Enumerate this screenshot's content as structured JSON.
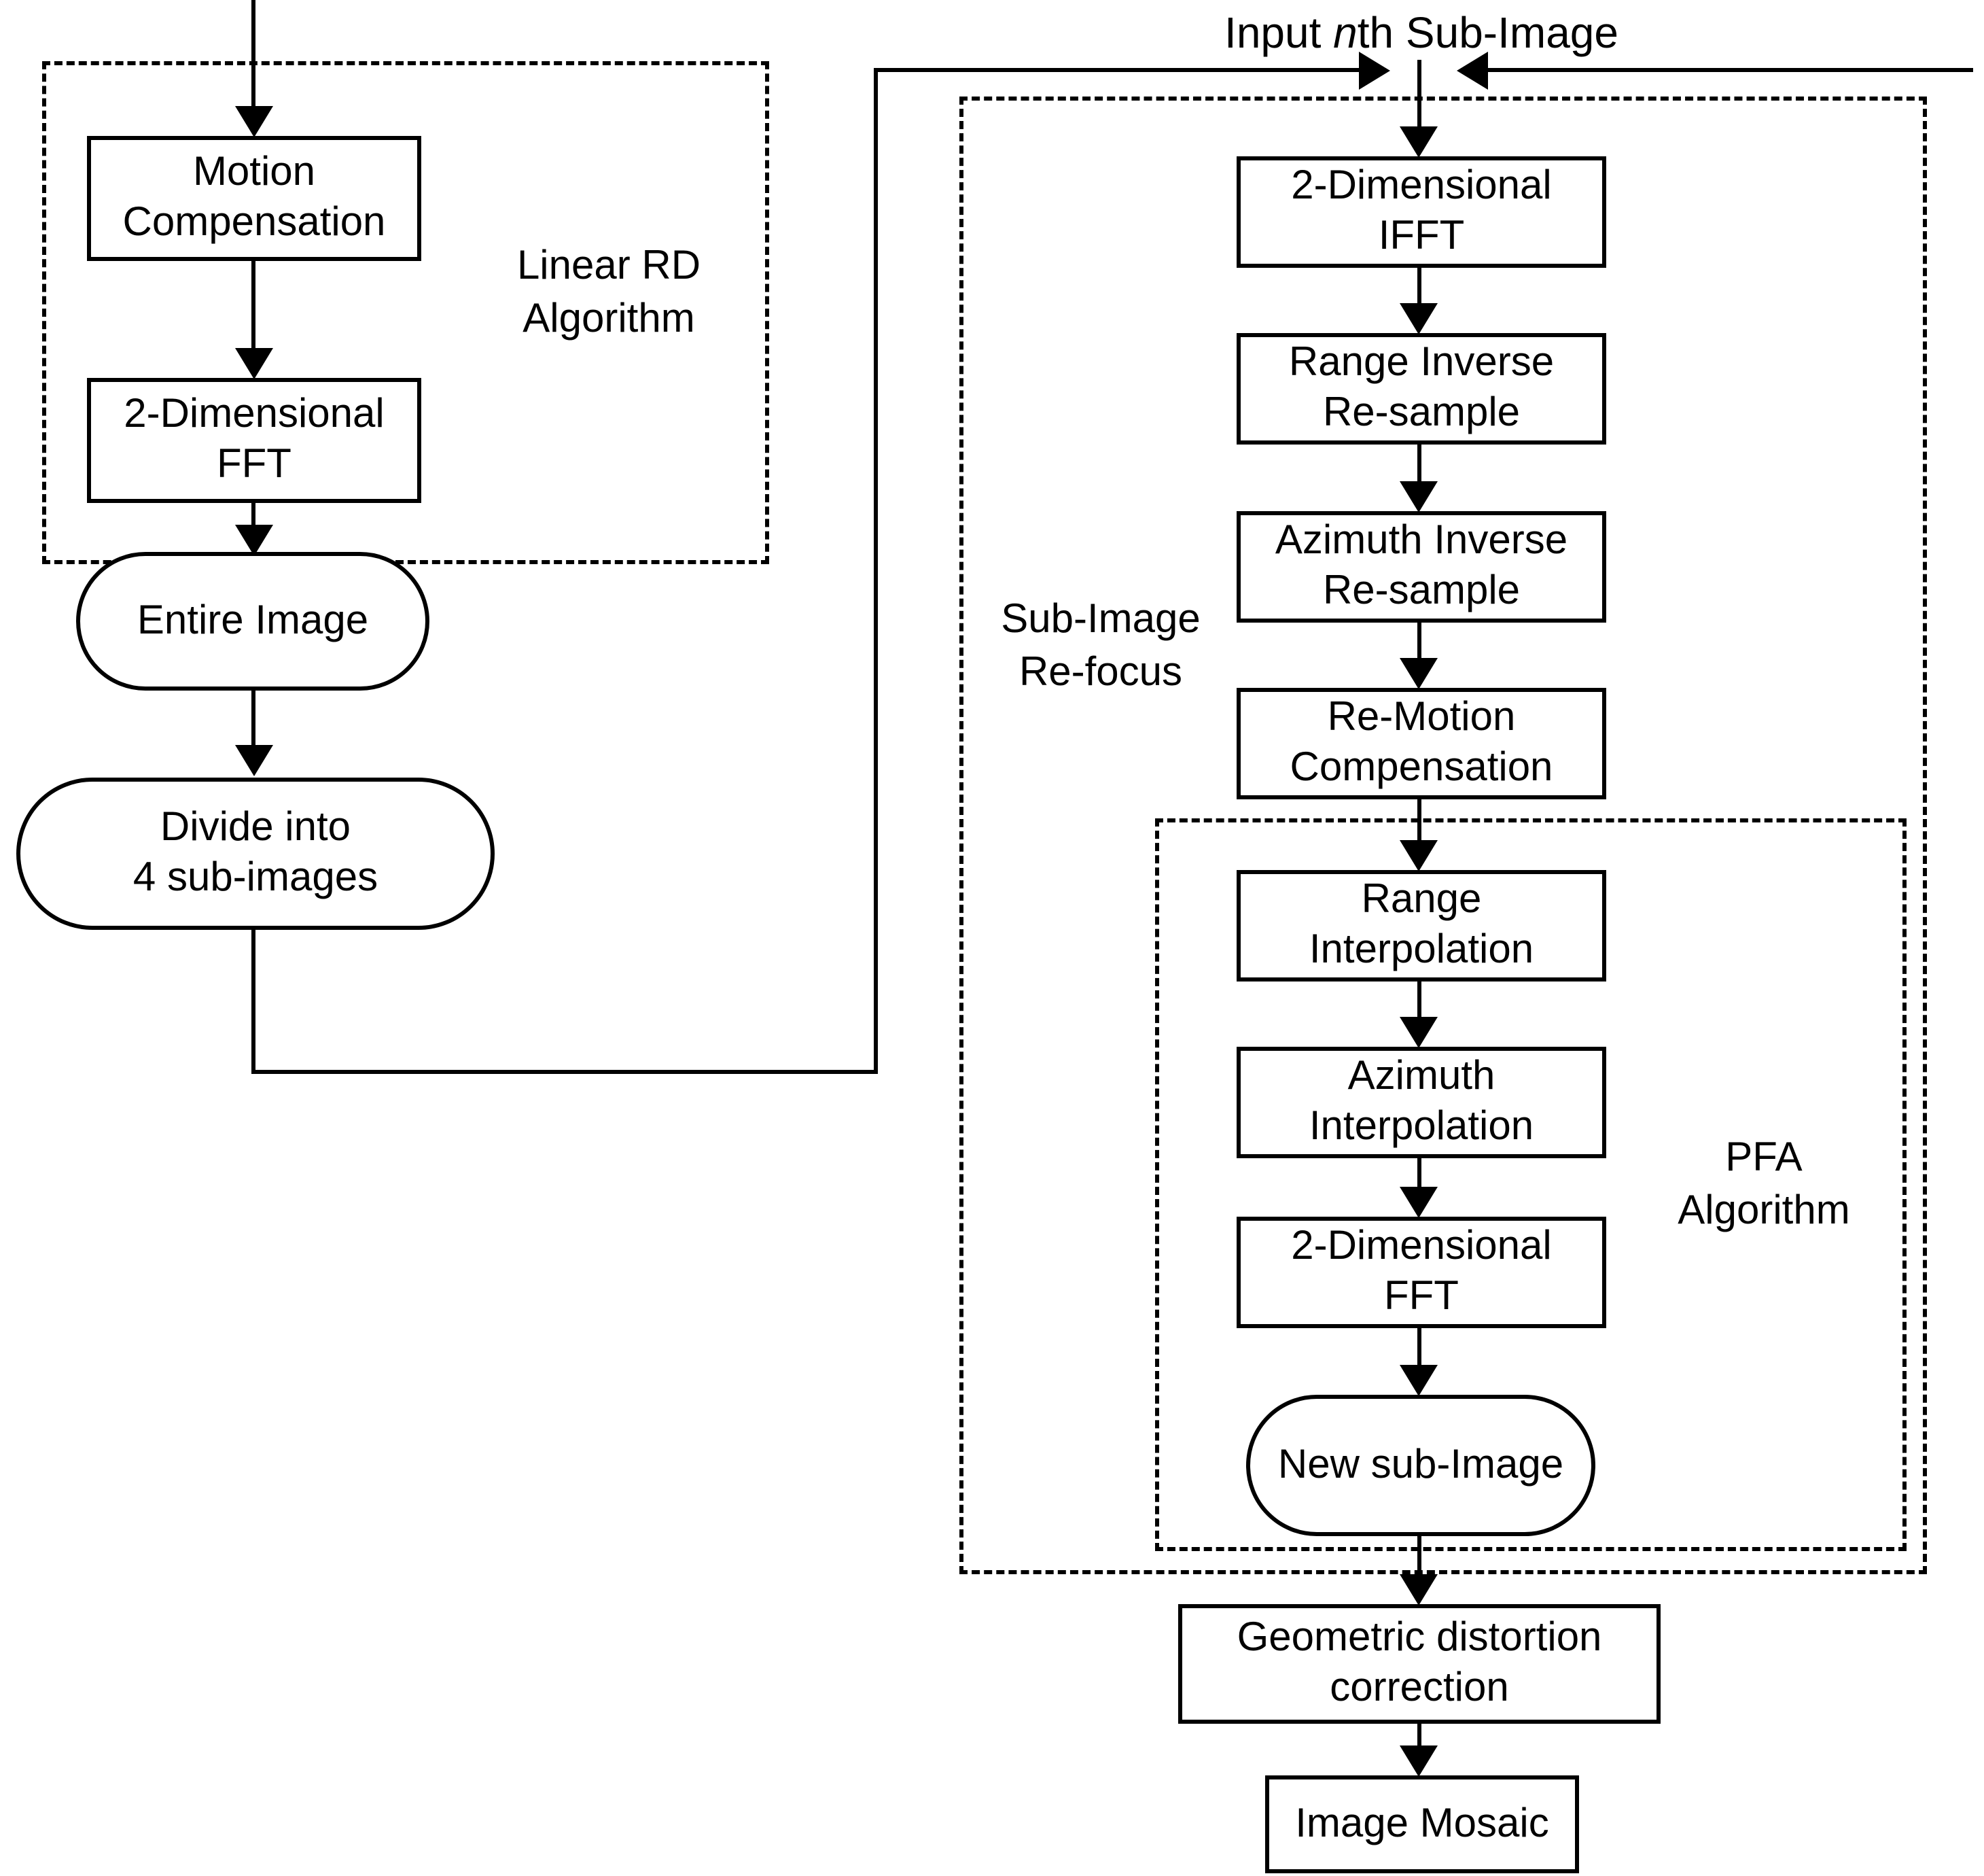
{
  "diagram": {
    "input_title": {
      "prefix": "Input ",
      "var": "n",
      "suffix": "th Sub-Image"
    },
    "groups": {
      "linear_rd": "Linear RD\nAlgorithm",
      "sub_image_refocus": "Sub-Image\nRe-focus",
      "pfa": "PFA\nAlgorithm"
    },
    "nodes": {
      "motion_comp": "Motion\nCompensation",
      "fft2d_left": "2-Dimensional\nFFT",
      "entire_image": "Entire Image",
      "divide": "Divide into\n4 sub-images",
      "ifft2d": "2-Dimensional\nIFFT",
      "range_inverse": "Range Inverse\nRe-sample",
      "azimuth_inverse": "Azimuth Inverse\nRe-sample",
      "re_motion": "Re-Motion\nCompensation",
      "range_interp": "Range\nInterpolation",
      "azimuth_interp": "Azimuth\nInterpolation",
      "fft2d_right": "2-Dimensional\nFFT",
      "new_sub_image": "New sub-Image",
      "geometric": "Geometric distortion\ncorrection",
      "image_mosaic": "Image Mosaic"
    },
    "colors": {
      "line": "#000000",
      "background": "#ffffff",
      "text": "#000000"
    }
  }
}
